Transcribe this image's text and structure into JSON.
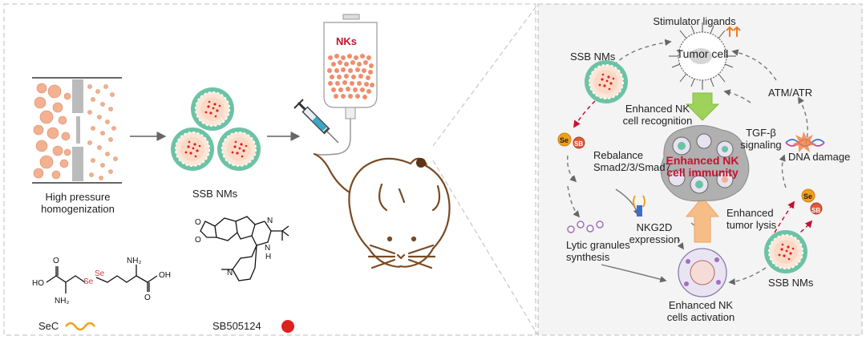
{
  "left": {
    "homogenization_label": [
      "High pressure",
      "homogenization"
    ],
    "nm_label": "SSB NMs",
    "nks_bag_label": "NKs",
    "sec_name": "SeC",
    "sb_name": "SB505124",
    "sec_atoms": {
      "ho": "HO",
      "o1": "O",
      "se1": "Se",
      "se2": "Se",
      "nh2a": "NH₂",
      "nh2b": "NH₂",
      "o2": "O",
      "oh": "OH"
    },
    "sb_atoms": {
      "o1": "O",
      "o2": "O",
      "n1": "N",
      "n2": "N",
      "nh": "N",
      "h": "H"
    }
  },
  "right": {
    "stimulator": "Stimulator ligands",
    "tumor_cell": "Tumor cell",
    "ssb_top": "SSB NMs",
    "enhanced_recognition": [
      "Enhanced NK",
      "cell recognition"
    ],
    "atm": "ATM/ATR",
    "tgf": [
      "TGF-β",
      "signaling"
    ],
    "dna": "DNA damage",
    "se": "Se",
    "sb": "SB",
    "rebalance": [
      "Rebalance",
      "Smad2/3/Smad7"
    ],
    "center": [
      "Enhanced NK",
      "cell immunity"
    ],
    "nkg2d": [
      "NKG2D",
      "expression"
    ],
    "lysis": [
      "Enhanced",
      "tumor lysis"
    ],
    "lytic": [
      "Lytic granules",
      "synthesis"
    ],
    "activation": [
      "Enhanced NK",
      "cells activation"
    ],
    "ssb_bottom": "SSB NMs"
  },
  "colors": {
    "accent_red": "#c8102e",
    "teal": "#6cc3a4",
    "peach": "#f2b191",
    "drug_red": "#e02020",
    "sec_orange": "#f0a020",
    "arrow_gray": "#777777"
  }
}
